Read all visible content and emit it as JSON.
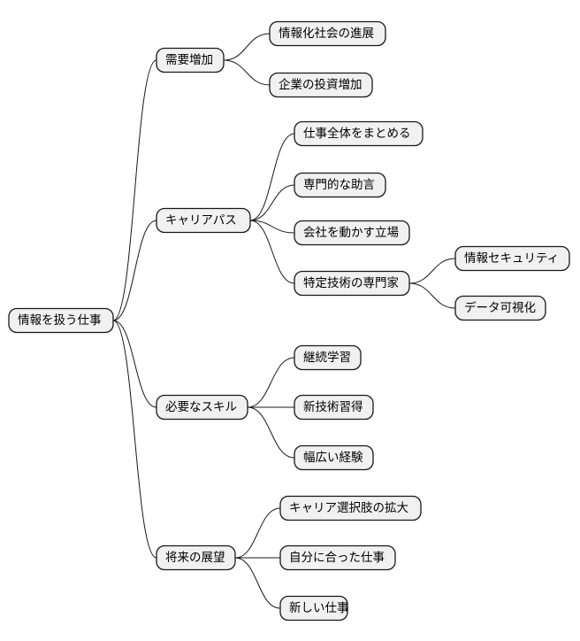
{
  "mindmap": {
    "root": "情報を扱う仕事",
    "branches": [
      {
        "label": "需要増加",
        "children": [
          {
            "label": "情報化社会の進展"
          },
          {
            "label": "企業の投資増加"
          }
        ]
      },
      {
        "label": "キャリアパス",
        "children": [
          {
            "label": "仕事全体をまとめる"
          },
          {
            "label": "専門的な助言"
          },
          {
            "label": "会社を動かす立場"
          },
          {
            "label": "特定技術の専門家",
            "children": [
              {
                "label": "情報セキュリティ"
              },
              {
                "label": "データ可視化"
              }
            ]
          }
        ]
      },
      {
        "label": "必要なスキル",
        "children": [
          {
            "label": "継続学習"
          },
          {
            "label": "新技術習得"
          },
          {
            "label": "幅広い経験"
          }
        ]
      },
      {
        "label": "将来の展望",
        "children": [
          {
            "label": "キャリア選択肢の拡大"
          },
          {
            "label": "自分に合った仕事"
          },
          {
            "label": "新しい仕事"
          }
        ]
      }
    ]
  }
}
